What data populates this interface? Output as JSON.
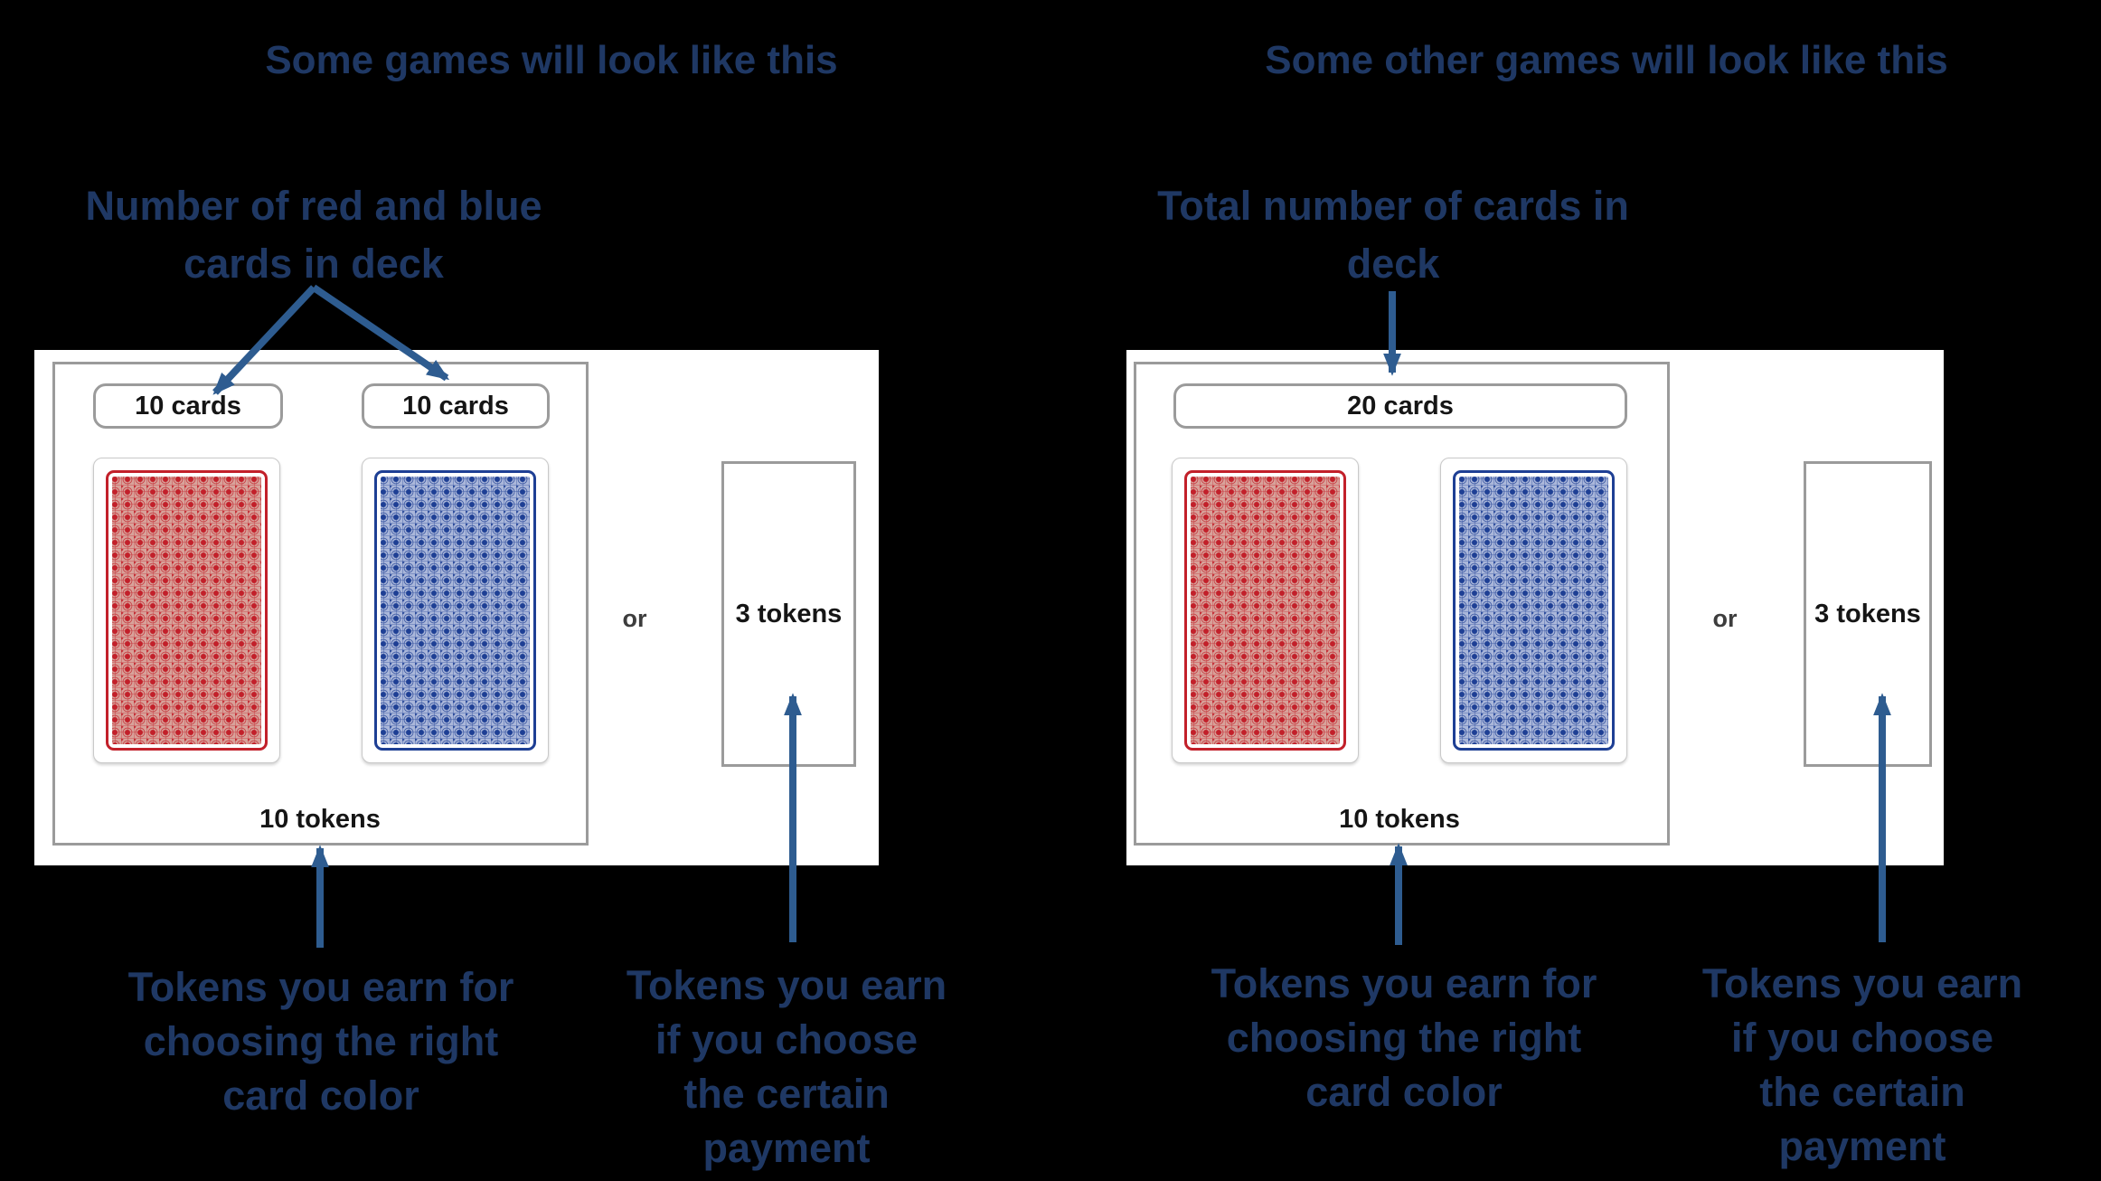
{
  "colors": {
    "background": "#000000",
    "heading_text": "#1f3864",
    "arrow": "#2e5c90",
    "panel_bg": "#ffffff",
    "border_gray": "#9b9b9b",
    "card_red": "#c2202a",
    "card_blue": "#1e3f94",
    "value_text": "#151515",
    "or_text": "#3d3d3d"
  },
  "left_game": {
    "title": "Some games will look like this",
    "deck_annotation": {
      "line1": "Number of red and blue",
      "line2": "cards in deck"
    },
    "deck_counts": {
      "red": "10 cards",
      "blue": "10 cards"
    },
    "color_choice_payoff": "10 tokens",
    "or_label": "or",
    "certain_payoff": "3 tokens",
    "correct_color_annotation": {
      "line1": "Tokens you earn for",
      "line2": "choosing the right",
      "line3": "card color"
    },
    "certain_annotation": {
      "line1": "Tokens you earn",
      "line2": "if you choose",
      "line3": "the certain",
      "line4": "payment"
    }
  },
  "right_game": {
    "title": "Some other games will look like this",
    "deck_annotation": {
      "line1": "Total number of cards in",
      "line2": "deck"
    },
    "deck_count": "20 cards",
    "color_choice_payoff": "10 tokens",
    "or_label": "or",
    "certain_payoff": "3 tokens",
    "correct_color_annotation": {
      "line1": "Tokens you earn for",
      "line2": "choosing the right",
      "line3": "card color"
    },
    "certain_annotation": {
      "line1": "Tokens you earn",
      "line2": "if you choose",
      "line3": "the certain",
      "line4": "payment"
    }
  }
}
